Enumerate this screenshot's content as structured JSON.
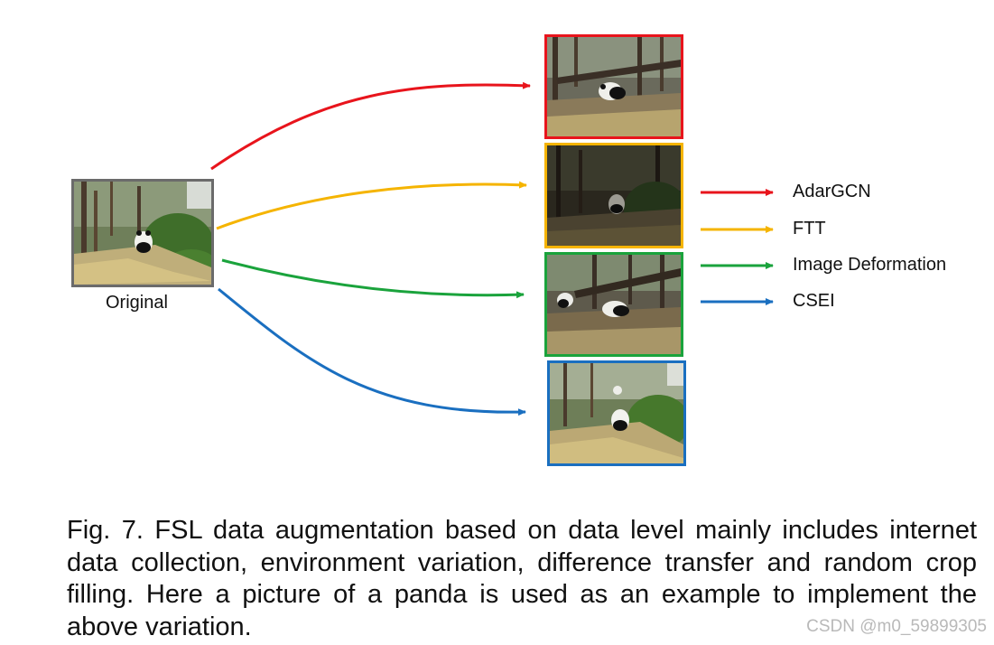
{
  "original_label": "Original",
  "legend": [
    {
      "label": "AdarGCN",
      "color": "#e8141c"
    },
    {
      "label": "FTT",
      "color": "#f5b400"
    },
    {
      "label": "Image Deformation",
      "color": "#1aa33c"
    },
    {
      "label": "CSEI",
      "color": "#1a6fc0"
    }
  ],
  "caption": "Fig. 7. FSL data augmentation based on data level mainly includes internet data collection, environment variation, difference transfer and random crop filling. Here a picture of a panda is used as an example to implement the above variation.",
  "watermark": "CSDN @m0_59899305"
}
